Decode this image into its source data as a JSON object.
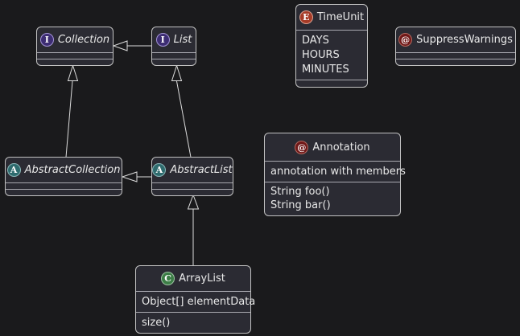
{
  "diagram": {
    "background_color": "#1a1a1c",
    "node_fill_color": "#2b2b33",
    "node_border_color": "#c2c2c2",
    "text_color": "#e8e8e8",
    "edge_color": "#dcdcdc",
    "icon_colors": {
      "interface": "#3d2d73",
      "abstract": "#2e6b6e",
      "enum": "#a63b27",
      "class": "#3c7d46",
      "annotation": "#701818"
    }
  },
  "nodes": [
    {
      "id": "collection",
      "kind": "interface",
      "icon_letter": "I",
      "name": "Collection",
      "fields": [],
      "methods": []
    },
    {
      "id": "list",
      "kind": "interface",
      "icon_letter": "I",
      "name": "List",
      "fields": [],
      "methods": []
    },
    {
      "id": "timeunit",
      "kind": "enum",
      "icon_letter": "E",
      "name": "TimeUnit",
      "values": [
        "DAYS",
        "HOURS",
        "MINUTES"
      ],
      "methods": []
    },
    {
      "id": "suppresswarnings",
      "kind": "annotation",
      "icon_letter": "@",
      "name": "SuppressWarnings",
      "fields": [],
      "methods": []
    },
    {
      "id": "abstractcollection",
      "kind": "abstract",
      "icon_letter": "A",
      "name": "AbstractCollection",
      "fields": [],
      "methods": []
    },
    {
      "id": "abstractlist",
      "kind": "abstract",
      "icon_letter": "A",
      "name": "AbstractList",
      "fields": [],
      "methods": []
    },
    {
      "id": "annotation",
      "kind": "annotation",
      "icon_letter": "@",
      "name": "Annotation",
      "fields": [
        "annotation with members"
      ],
      "methods": [
        "String foo()",
        "String bar()"
      ]
    },
    {
      "id": "arraylist",
      "kind": "class",
      "icon_letter": "C",
      "name": "ArrayList",
      "fields": [
        "Object[] elementData"
      ],
      "methods": [
        "size()"
      ]
    }
  ],
  "edges": [
    {
      "from": "List",
      "to": "Collection",
      "type": "extends"
    },
    {
      "from": "AbstractCollection",
      "to": "Collection",
      "type": "extends"
    },
    {
      "from": "AbstractList",
      "to": "List",
      "type": "extends"
    },
    {
      "from": "AbstractList",
      "to": "AbstractCollection",
      "type": "extends"
    },
    {
      "from": "ArrayList",
      "to": "AbstractList",
      "type": "extends"
    }
  ]
}
